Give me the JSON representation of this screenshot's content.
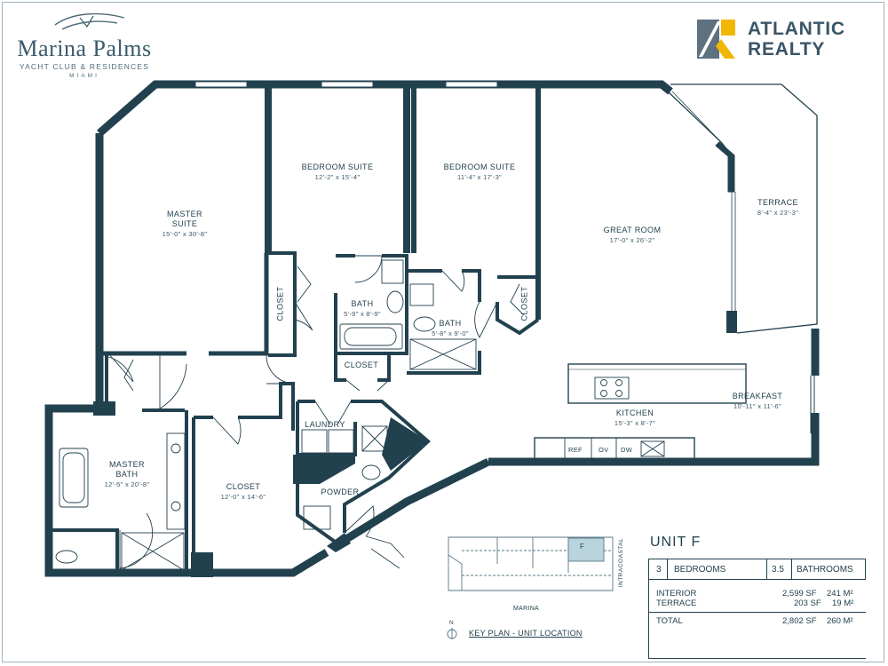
{
  "brand": {
    "name": "Marina Palms",
    "subtitle": "YACHT CLUB & RESIDENCES",
    "city": "MIAMI",
    "realty_line1": "ATLANTIC",
    "realty_line2": "REALTY"
  },
  "colors": {
    "wall": "#22414f",
    "accent": "#f2b705",
    "keyplan_fill": "#b9d3df",
    "logo_gray": "#5d7180"
  },
  "rooms": [
    {
      "name": "MASTER",
      "name2": "SUITE",
      "dims": "15'-0\" x 30'-8\""
    },
    {
      "name": "BEDROOM SUITE",
      "dims": "12'-2\" x 15'-4\""
    },
    {
      "name": "BEDROOM SUITE",
      "dims": "11'-4\" x 17'-3\""
    },
    {
      "name": "GREAT ROOM",
      "dims": "17'-0\" x 26'-2\""
    },
    {
      "name": "TERRACE",
      "dims": "8'-4\" x 23'-3\""
    },
    {
      "name": "BATH",
      "dims": "5'-9\" x 8'-9\""
    },
    {
      "name": "BATH",
      "dims": "5'-8\" x 9'-0\""
    },
    {
      "name": "BREAKFAST",
      "dims": "10'-11\" x 11'-6\""
    },
    {
      "name": "KITCHEN",
      "dims": "15'-3\" x 8'-7\""
    },
    {
      "name": "MASTER",
      "name2": "BATH",
      "dims": "12'-5\" x 20'-8\""
    },
    {
      "name": "CLOSET",
      "dims": "12'-0\" x 14'-6\""
    },
    {
      "name": "LAUNDRY"
    },
    {
      "name": "POWDER"
    },
    {
      "name": "CLOSET"
    }
  ],
  "vertical_labels": [
    "CLOSET",
    "CLOSET"
  ],
  "appliances": [
    "REF",
    "OV",
    "DW"
  ],
  "keyplan": {
    "unit": "F",
    "north": "N",
    "bottom_label": "MARINA",
    "side_label": "INTRACOASTAL",
    "caption": "KEY PLAN - UNIT LOCATION"
  },
  "unit": {
    "title": "UNIT F",
    "bedrooms_count": "3",
    "bedrooms_label": "BEDROOMS",
    "bathrooms_count": "3.5",
    "bathrooms_label": "BATHROOMS",
    "areas": [
      {
        "label": "INTERIOR",
        "sf": "2,599 SF",
        "m2": "241 M²"
      },
      {
        "label": "TERRACE",
        "sf": "203 SF",
        "m2": "19 M²"
      }
    ],
    "total": {
      "label": "TOTAL",
      "sf": "2,802 SF",
      "m2": "260 M²"
    }
  }
}
